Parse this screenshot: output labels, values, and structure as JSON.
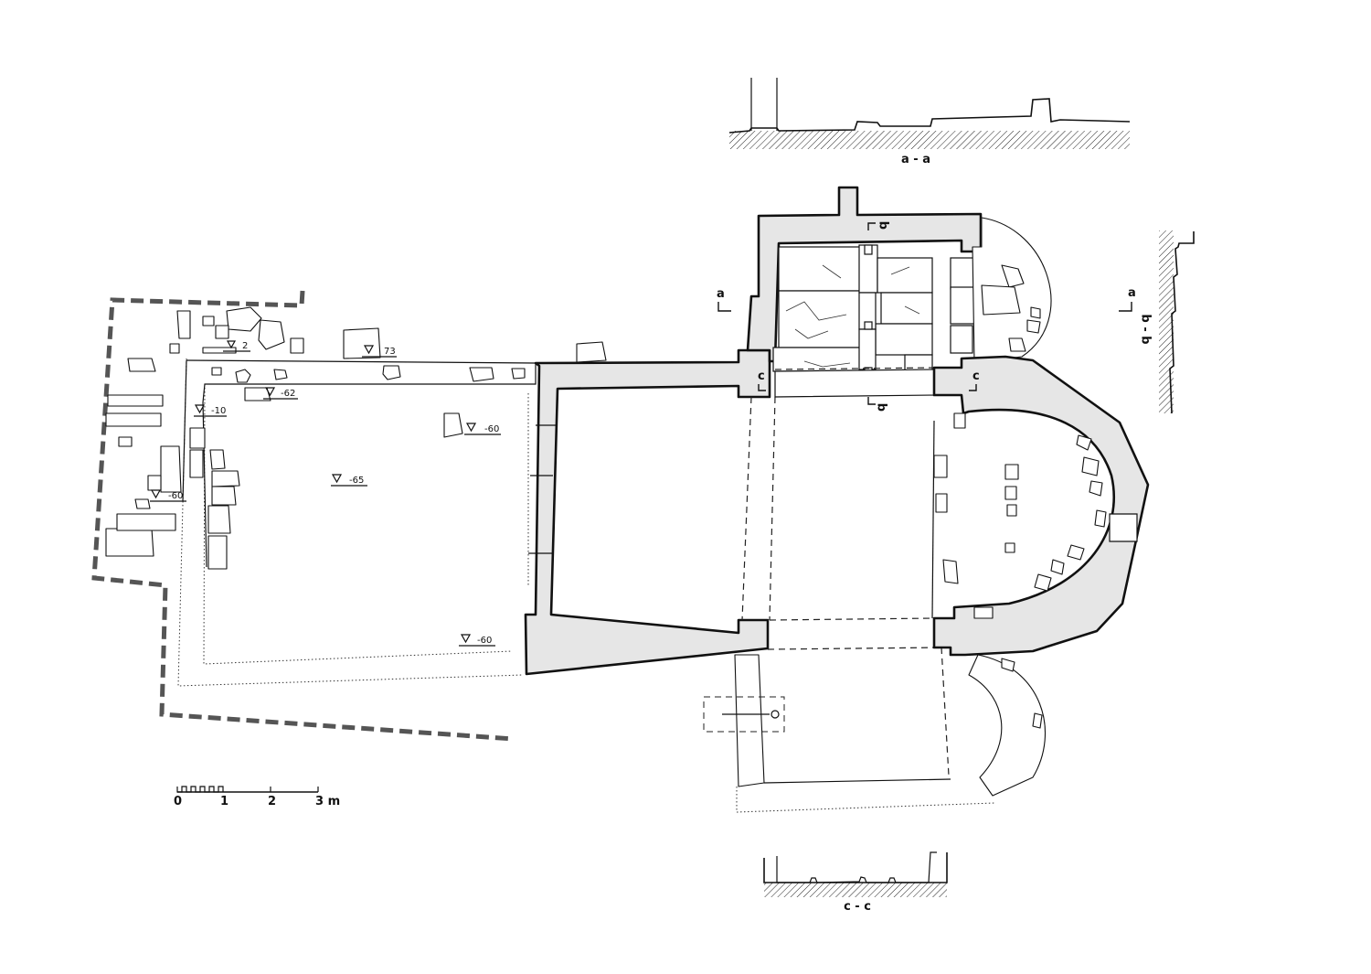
{
  "sections": {
    "aa": "a - a",
    "cc": "c - c",
    "qq": "q - q"
  },
  "markers": {
    "a": "a",
    "c": "c",
    "q": "q"
  },
  "elevations": [
    "2",
    "73",
    "-62",
    "-10",
    "-60",
    "-65",
    "-60",
    "-60"
  ],
  "scale": {
    "ticks": [
      "0",
      "1",
      "2",
      "3 m"
    ]
  }
}
